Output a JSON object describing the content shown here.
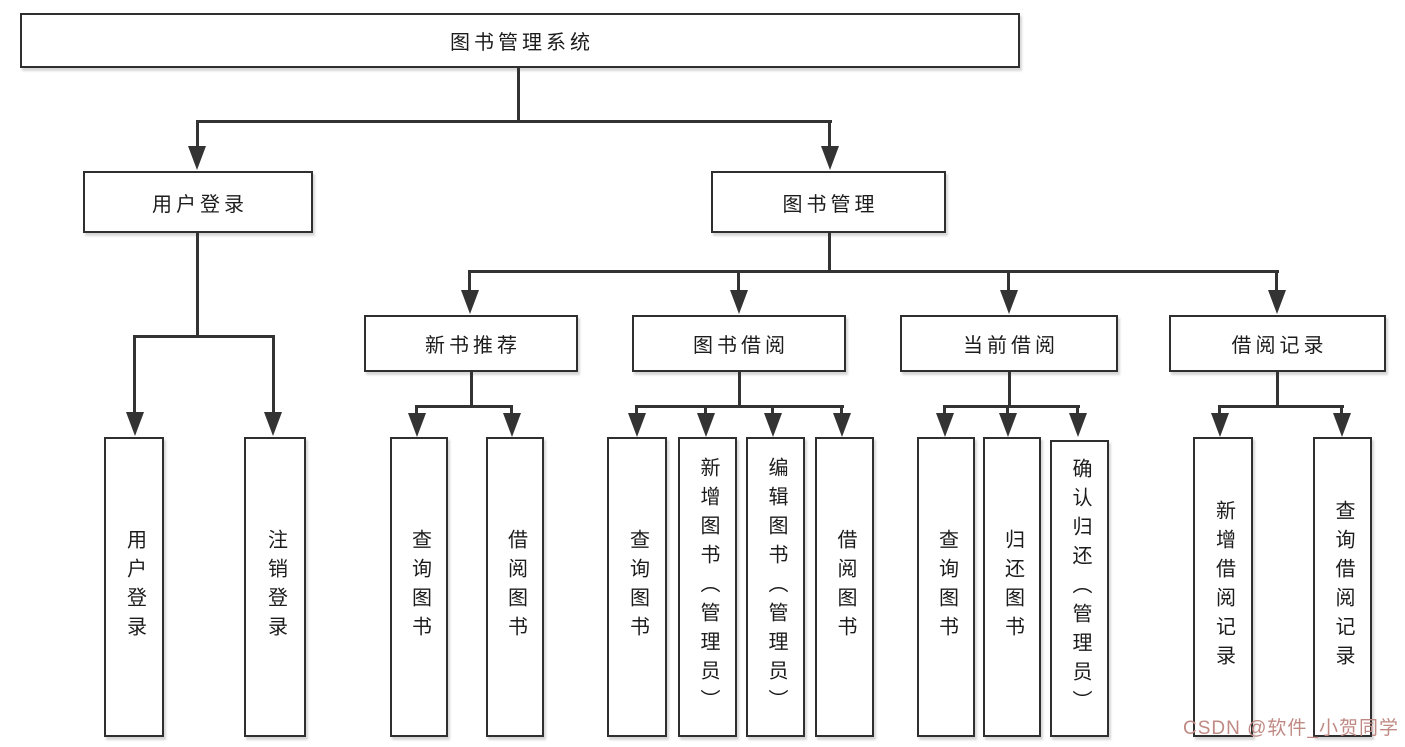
{
  "diagram": {
    "root": {
      "label": "图书管理系统"
    },
    "level2": {
      "user_login": {
        "label": "用户登录"
      },
      "book_mgmt": {
        "label": "图书管理"
      }
    },
    "level3": {
      "new_books": {
        "label": "新书推荐"
      },
      "book_borrow": {
        "label": "图书借阅"
      },
      "current_borrow": {
        "label": "当前借阅"
      },
      "borrow_records": {
        "label": "借阅记录"
      }
    },
    "leaves": {
      "user_login_1": {
        "label": "用户登录"
      },
      "user_login_2": {
        "label": "注销登录"
      },
      "new_books_1": {
        "label": "查询图书"
      },
      "new_books_2": {
        "label": "借阅图书"
      },
      "book_borrow_1": {
        "label": "查询图书"
      },
      "book_borrow_2": {
        "label": "新增图书（管理员）"
      },
      "book_borrow_3": {
        "label": "编辑图书（管理员）"
      },
      "book_borrow_4": {
        "label": "借阅图书"
      },
      "current_borrow_1": {
        "label": "查询图书"
      },
      "current_borrow_2": {
        "label": "归还图书"
      },
      "current_borrow_3": {
        "label": "确认归还（管理员）"
      },
      "borrow_records_1": {
        "label": "新增借阅记录"
      },
      "borrow_records_2": {
        "label": "查询借阅记录"
      }
    }
  },
  "watermark": {
    "text": "CSDN @软件_小贺同学",
    "color": "#c08a84"
  },
  "colors": {
    "line": "#333333",
    "border": "#2f2f2f",
    "text": "#1c1c1c",
    "background": "#ffffff"
  }
}
